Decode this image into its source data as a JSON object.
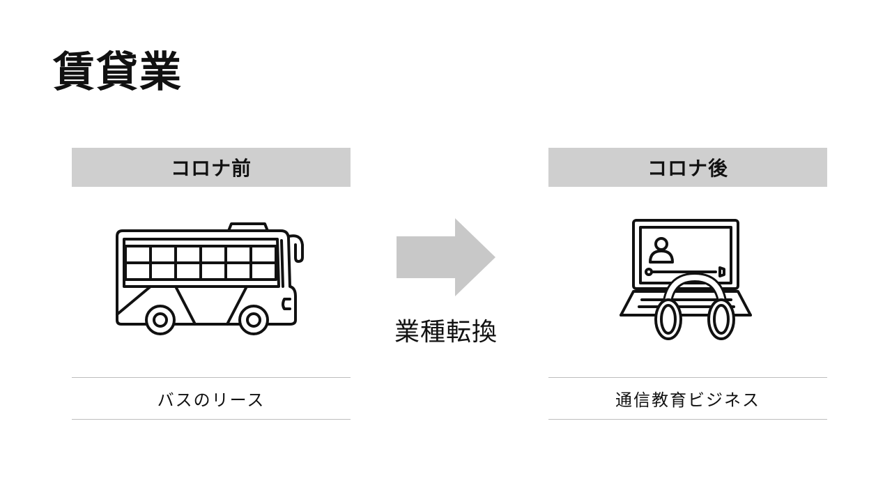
{
  "title": "賃貸業",
  "before": {
    "header": "コロナ前",
    "icon": "bus-icon",
    "caption": "バスのリース"
  },
  "after": {
    "header": "コロナ後",
    "icon": "laptop-headphones-icon",
    "caption": "通信教育ビジネス"
  },
  "transition": {
    "icon": "right-arrow-icon",
    "label": "業種転換"
  },
  "colors": {
    "header_bg": "#cfcfcf",
    "arrow": "#c8c8c8",
    "line": "#bdbdbd",
    "ink": "#111111"
  }
}
